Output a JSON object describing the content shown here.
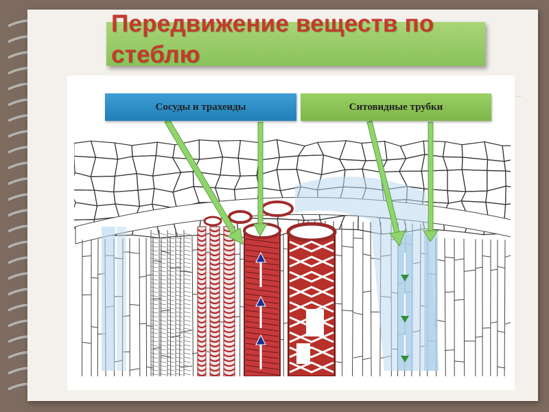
{
  "slide": {
    "title": "Передвижение веществ по стеблю"
  },
  "labels": {
    "vessels": "Сосуды и трахеиды",
    "sieve": "Ситовидные трубки"
  },
  "colors": {
    "title_text": "#c33a2c",
    "title_bar": "#8fc55f",
    "vessels_label": "#2a8cc6",
    "sieve_label": "#88c055",
    "vessel_red": "#b8302a",
    "pointer_green": "#8fd36b",
    "background": "#7d6b5f"
  }
}
